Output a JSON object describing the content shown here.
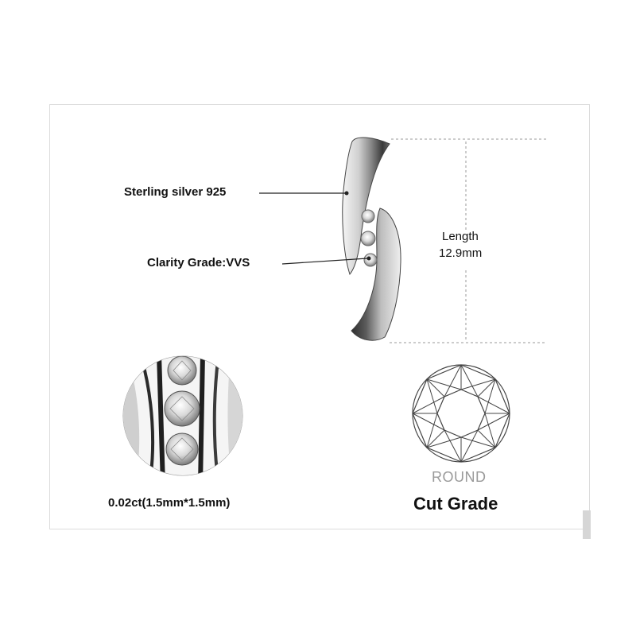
{
  "callouts": {
    "material": "Sterling silver 925",
    "clarity": "Clarity Grade:VVS"
  },
  "dimension": {
    "label": "Length",
    "value": "12.9mm"
  },
  "stone_size": "0.02ct(1.5mm*1.5mm)",
  "cut": {
    "shape": "ROUND",
    "title": "Cut Grade"
  }
}
